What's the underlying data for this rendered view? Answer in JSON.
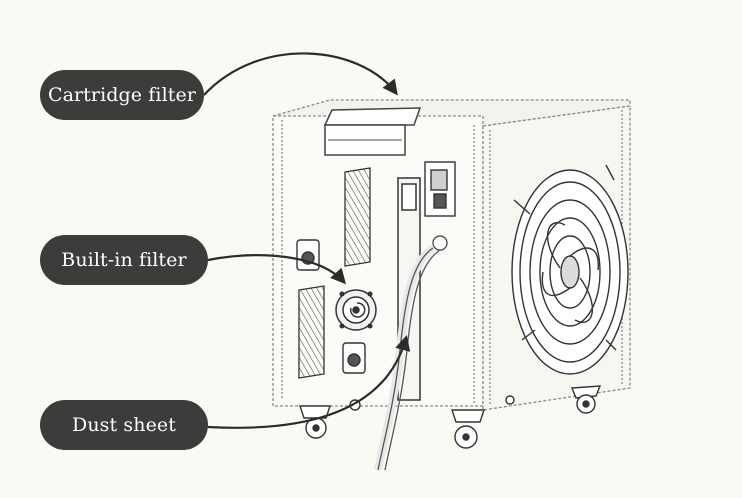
{
  "labels": {
    "cartridge_filter": "Cartridge filter",
    "built_in_filter": "Built-in filter",
    "dust_sheet": "Dust sheet"
  },
  "icons": {
    "fan": "axial-fan-icon",
    "switch": "power-switch-icon"
  },
  "colors": {
    "background": "#fbf9f4",
    "pill": "#3e3c3a",
    "pill_text": "#ffffff",
    "line": "#2b2b2b"
  }
}
